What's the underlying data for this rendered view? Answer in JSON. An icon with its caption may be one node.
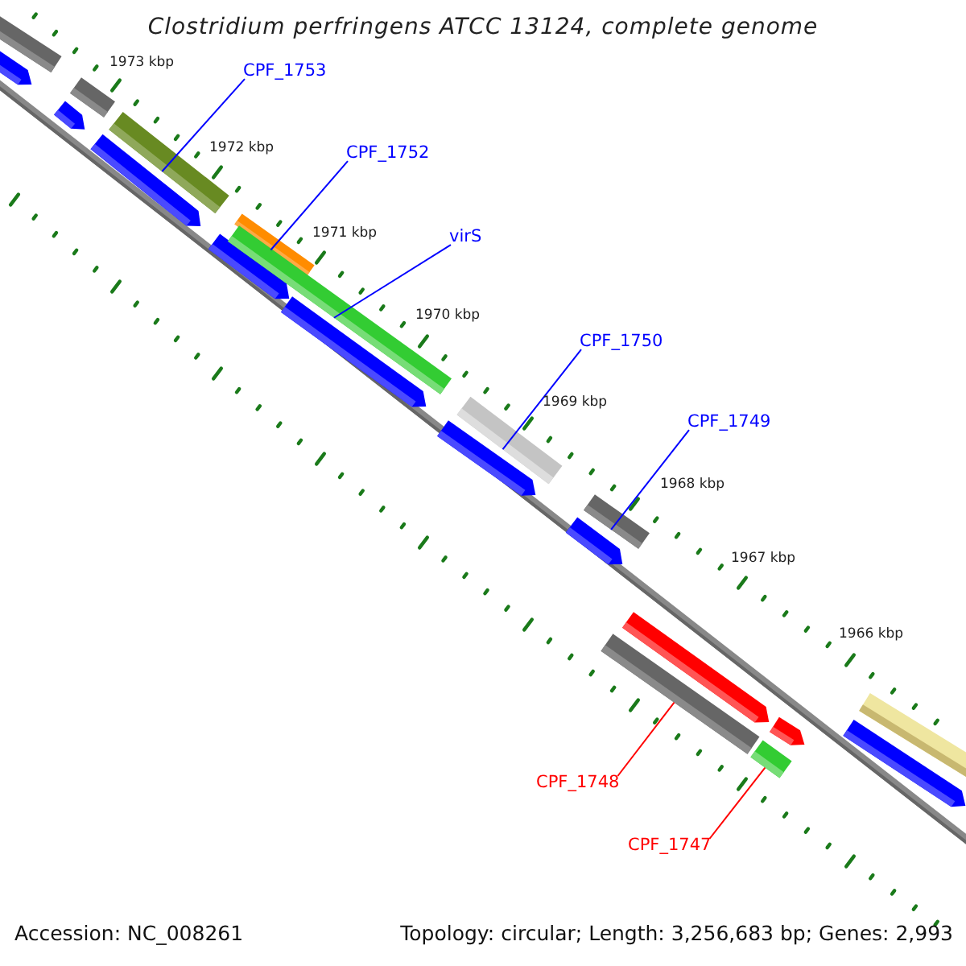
{
  "diagram": {
    "title": "Clostridium perfringens ATCC 13124, complete genome",
    "nodes": [
      {
        "text": [],
        "shape": "bar"
      },
      {
        "text": [],
        "shape": "arrow"
      },
      {
        "text": [],
        "shape": "arrow"
      },
      {
        "text": [],
        "shape": "bar"
      },
      {
        "text": [],
        "shape": "arrow"
      },
      {
        "text": [
          "CPF_1753"
        ]
      },
      {
        "text": [],
        "shape": "bar"
      },
      {
        "text": [],
        "shape": "arrow"
      },
      {
        "text": [
          "CPF_1752"
        ]
      },
      {
        "text": [],
        "shape": "bar"
      },
      {
        "text": [
          "virS"
        ]
      },
      {
        "text": [],
        "shape": "bar"
      },
      {
        "text": [],
        "shape": "arrow"
      },
      {
        "text": [],
        "shape": "arrow"
      },
      {
        "text": [
          "CPF_1750"
        ]
      },
      {
        "text": [],
        "shape": "bar"
      },
      {
        "text": [],
        "shape": "arrow"
      },
      {
        "text": [
          "CPF_1749"
        ]
      },
      {
        "text": [],
        "shape": "bar"
      },
      {
        "text": [
          "CPF_1748"
        ]
      },
      {
        "text": [],
        "shape": "bar"
      },
      {
        "text": [],
        "shape": "arrow"
      },
      {
        "text": [
          "CPF_1747"
        ]
      },
      {
        "text": [],
        "shape": "bar"
      },
      {
        "text": [],
        "shape": "arrow"
      },
      {
        "text": [],
        "shape": "arrow"
      },
      {
        "text": [],
        "shape": "bar"
      }
    ],
    "edges": [
      {
        "from": 5,
        "to": 6,
        "arrow": "none"
      },
      {
        "from": 8,
        "to": 9,
        "arrow": "none"
      },
      {
        "from": 10,
        "to": 11,
        "arrow": "none"
      },
      {
        "from": 14,
        "to": 15,
        "arrow": "none"
      },
      {
        "from": 17,
        "to": 18,
        "arrow": "none"
      },
      {
        "from": 19,
        "to": 20,
        "arrow": "none",
        "color": "#ff0000"
      },
      {
        "from": 22,
        "to": 23,
        "arrow": "none",
        "color": "#ff0000"
      }
    ],
    "labels": [
      "1973 kbp",
      "1972 kbp",
      "1971 kbp",
      "1970 kbp",
      "1969 kbp",
      "1968 kbp",
      "1967 kbp",
      "1966 kbp",
      "Accession: NC_008261",
      "Topology: circular; Length: 3,256,683 bp; Genes: 2,993"
    ]
  }
}
